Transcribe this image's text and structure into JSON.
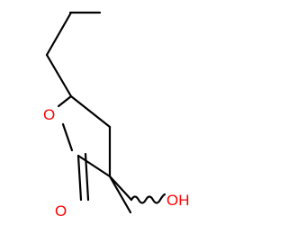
{
  "colors": {
    "background": "#ffffff",
    "bond": "#000000",
    "oxygen": "#ff0000"
  },
  "molecule": {
    "atoms": {
      "ring_oxygen": "O",
      "carbonyl_oxygen": "O",
      "hydroxyl": "OH"
    }
  }
}
